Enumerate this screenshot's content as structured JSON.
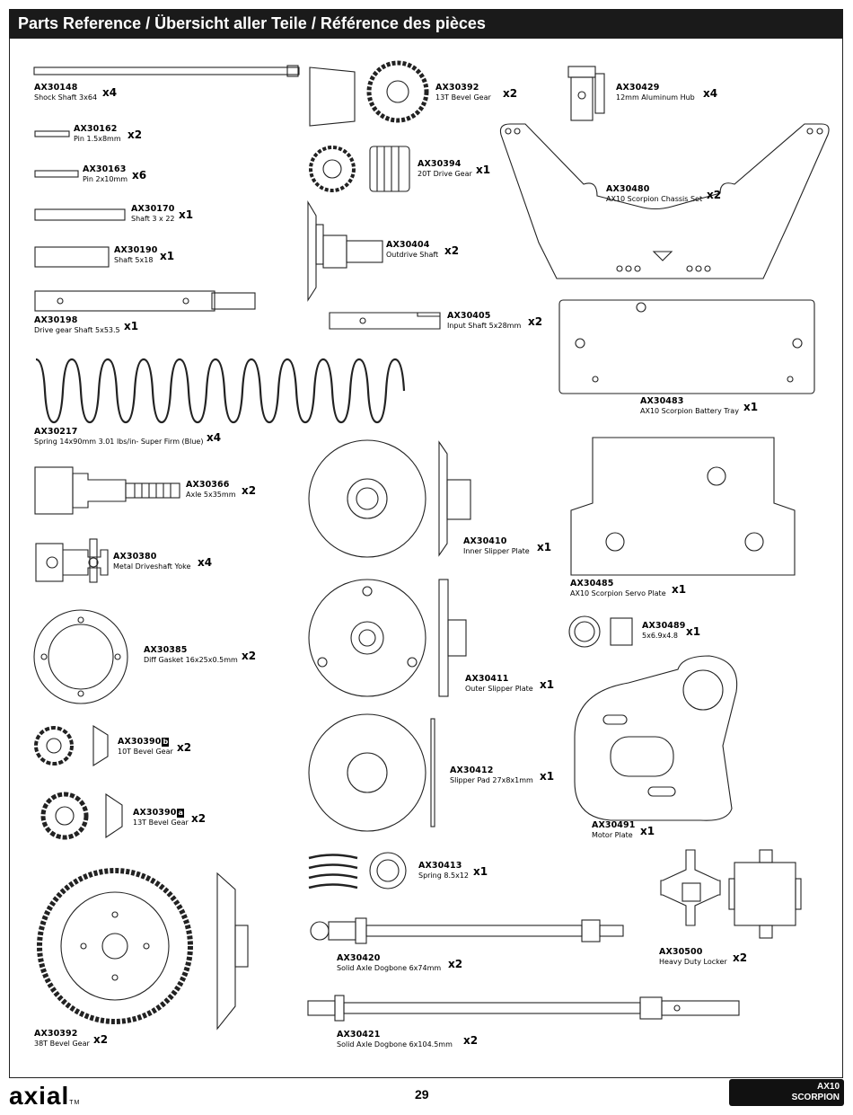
{
  "header": {
    "title": "Parts Reference / Übersicht aller Teile / Référence des pièces"
  },
  "parts": [
    {
      "code": "AX30148",
      "desc": "Shock Shaft 3x64",
      "qty": "x4"
    },
    {
      "code": "AX30162",
      "desc": "Pin 1.5x8mm",
      "qty": "x2"
    },
    {
      "code": "AX30163",
      "desc": "Pin 2x10mm",
      "qty": "x6"
    },
    {
      "code": "AX30170",
      "desc": "Shaft 3 x 22",
      "qty": "x1"
    },
    {
      "code": "AX30190",
      "desc": "Shaft 5x18",
      "qty": "x1"
    },
    {
      "code": "AX30198",
      "desc": "Drive gear Shaft 5x53.5",
      "qty": "x1"
    },
    {
      "code": "AX30217",
      "desc": "Spring 14x90mm 3.01 lbs/in- Super Firm (Blue)",
      "qty": "x4"
    },
    {
      "code": "AX30366",
      "desc": "Axle 5x35mm",
      "qty": "x2"
    },
    {
      "code": "AX30380",
      "desc": "Metal Driveshaft Yoke",
      "qty": "x4"
    },
    {
      "code": "AX30385",
      "desc": "Diff Gasket 16x25x0.5mm",
      "qty": "x2"
    },
    {
      "code": "AX30390",
      "badge": "b",
      "desc": "10T Bevel Gear",
      "qty": "x2"
    },
    {
      "code": "AX30390",
      "badge": "a",
      "desc": "13T Bevel Gear",
      "qty": "x2"
    },
    {
      "code": "AX30392",
      "desc": "38T Bevel Gear",
      "qty": "x2"
    },
    {
      "code": "AX30392",
      "desc": "13T Bevel Gear",
      "qty": "x2"
    },
    {
      "code": "AX30394",
      "desc": "20T Drive Gear",
      "qty": "x1"
    },
    {
      "code": "AX30404",
      "desc": "Outdrive Shaft",
      "qty": "x2"
    },
    {
      "code": "AX30405",
      "desc": "Input Shaft 5x28mm",
      "qty": "x2"
    },
    {
      "code": "AX30410",
      "desc": "Inner Slipper Plate",
      "qty": "x1"
    },
    {
      "code": "AX30411",
      "desc": "Outer Slipper Plate",
      "qty": "x1"
    },
    {
      "code": "AX30412",
      "desc": "Slipper Pad 27x8x1mm",
      "qty": "x1"
    },
    {
      "code": "AX30413",
      "desc": "Spring 8.5x12",
      "qty": "x1"
    },
    {
      "code": "AX30420",
      "desc": "Solid Axle Dogbone 6x74mm",
      "qty": "x2"
    },
    {
      "code": "AX30421",
      "desc": "Solid Axle Dogbone 6x104.5mm",
      "qty": "x2"
    },
    {
      "code": "AX30429",
      "desc": "12mm Aluminum Hub",
      "qty": "x4"
    },
    {
      "code": "AX30480",
      "desc": "AX10 Scorpion Chassis Set",
      "qty": "x2"
    },
    {
      "code": "AX30483",
      "desc": "AX10 Scorpion Battery Tray",
      "qty": "x1"
    },
    {
      "code": "AX30485",
      "desc": "AX10 Scorpion Servo Plate",
      "qty": "x1"
    },
    {
      "code": "AX30489",
      "desc": "5x6.9x4.8",
      "qty": "x1"
    },
    {
      "code": "AX30491",
      "desc": "Motor Plate",
      "qty": "x1"
    },
    {
      "code": "AX30500",
      "desc": "Heavy Duty Locker",
      "qty": "x2"
    }
  ],
  "footer": {
    "logo": "axial",
    "tm": "TM",
    "page": "29",
    "brand_line1": "AX10",
    "brand_line2": "SCORPION"
  }
}
